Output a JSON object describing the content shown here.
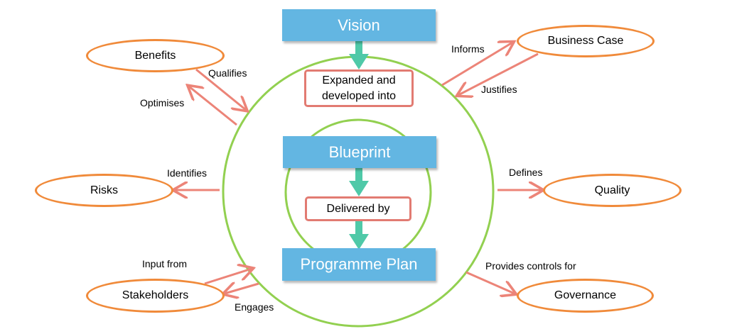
{
  "colors": {
    "circle": "#92d050",
    "blue_box": "#63b6e2",
    "red_border": "#e27b72",
    "oval_border": "#f08a3a",
    "relation_arrow": "#ec8478",
    "flow_arrow": "#4fc9a8"
  },
  "core": {
    "vision": "Vision",
    "expanded_line1": "Expanded and",
    "expanded_line2": "developed into",
    "blueprint": "Blueprint",
    "delivered_by": "Delivered by",
    "programme_plan": "Programme Plan"
  },
  "nodes": {
    "benefits": "Benefits",
    "business_case": "Business Case",
    "risks": "Risks",
    "quality": "Quality",
    "stakeholders": "Stakeholders",
    "governance": "Governance"
  },
  "relations": {
    "qualifies": "Qualifies",
    "optimises": "Optimises",
    "informs": "Informs",
    "justifies": "Justifies",
    "identifies": "Identifies",
    "defines": "Defines",
    "input_from": "Input from",
    "engages": "Engages",
    "provides_controls_for": "Provides controls for"
  }
}
